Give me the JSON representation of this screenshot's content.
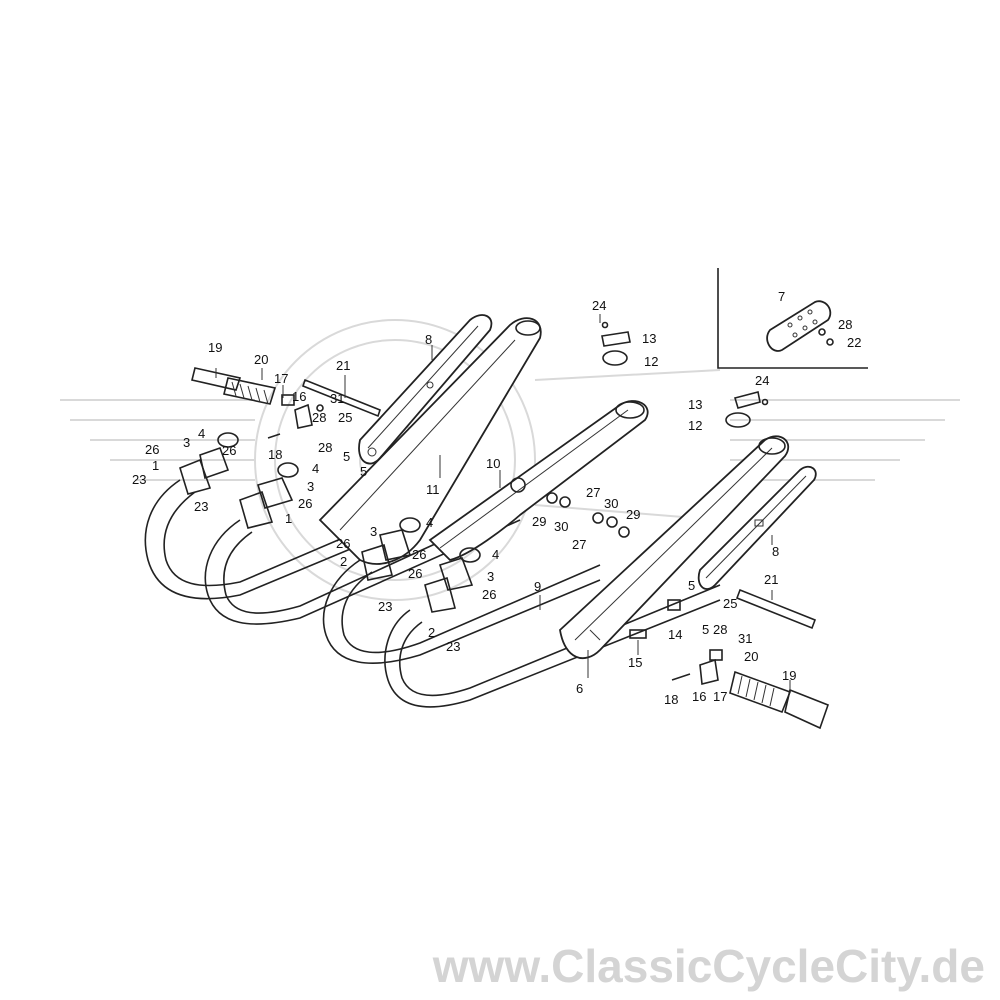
{
  "watermark": {
    "text": "www.ClassicCycleCity.de",
    "color": "#d4d4d4"
  },
  "callouts": [
    {
      "id": "c1",
      "text": "1"
    },
    {
      "id": "c2",
      "text": "1"
    },
    {
      "id": "c3",
      "text": "2"
    },
    {
      "id": "c4",
      "text": "2"
    },
    {
      "id": "c5",
      "text": "3"
    },
    {
      "id": "c6",
      "text": "3"
    },
    {
      "id": "c7",
      "text": "3"
    },
    {
      "id": "c8",
      "text": "3"
    },
    {
      "id": "c9",
      "text": "4"
    },
    {
      "id": "c10",
      "text": "4"
    },
    {
      "id": "c11",
      "text": "4"
    },
    {
      "id": "c12",
      "text": "4"
    },
    {
      "id": "c13",
      "text": "5"
    },
    {
      "id": "c14",
      "text": "5"
    },
    {
      "id": "c15",
      "text": "5"
    },
    {
      "id": "c16",
      "text": "5"
    },
    {
      "id": "c17",
      "text": "6"
    },
    {
      "id": "c18",
      "text": "7"
    },
    {
      "id": "c19",
      "text": "8"
    },
    {
      "id": "c20",
      "text": "8"
    },
    {
      "id": "c21",
      "text": "9"
    },
    {
      "id": "c22",
      "text": "10"
    },
    {
      "id": "c23",
      "text": "11"
    },
    {
      "id": "c24",
      "text": "12"
    },
    {
      "id": "c25",
      "text": "12"
    },
    {
      "id": "c26",
      "text": "13"
    },
    {
      "id": "c27",
      "text": "13"
    },
    {
      "id": "c28",
      "text": "14"
    },
    {
      "id": "c29",
      "text": "15"
    },
    {
      "id": "c30",
      "text": "16"
    },
    {
      "id": "c31",
      "text": "16"
    },
    {
      "id": "c32",
      "text": "17"
    },
    {
      "id": "c33",
      "text": "17"
    },
    {
      "id": "c34",
      "text": "18"
    },
    {
      "id": "c35",
      "text": "18"
    },
    {
      "id": "c36",
      "text": "19"
    },
    {
      "id": "c37",
      "text": "19"
    },
    {
      "id": "c38",
      "text": "20"
    },
    {
      "id": "c39",
      "text": "20"
    },
    {
      "id": "c40",
      "text": "21"
    },
    {
      "id": "c41",
      "text": "21"
    },
    {
      "id": "c42",
      "text": "22"
    },
    {
      "id": "c43",
      "text": "23"
    },
    {
      "id": "c44",
      "text": "23"
    },
    {
      "id": "c45",
      "text": "23"
    },
    {
      "id": "c46",
      "text": "23"
    },
    {
      "id": "c47",
      "text": "24"
    },
    {
      "id": "c48",
      "text": "24"
    },
    {
      "id": "c49",
      "text": "25"
    },
    {
      "id": "c50",
      "text": "25"
    },
    {
      "id": "c51",
      "text": "26"
    },
    {
      "id": "c52",
      "text": "26"
    },
    {
      "id": "c53",
      "text": "26"
    },
    {
      "id": "c54",
      "text": "26"
    },
    {
      "id": "c55",
      "text": "26"
    },
    {
      "id": "c56",
      "text": "26"
    },
    {
      "id": "c57",
      "text": "26"
    },
    {
      "id": "c58",
      "text": "27"
    },
    {
      "id": "c59",
      "text": "27"
    },
    {
      "id": "c60",
      "text": "28"
    },
    {
      "id": "c61",
      "text": "28"
    },
    {
      "id": "c62",
      "text": "28"
    },
    {
      "id": "c63",
      "text": "28"
    },
    {
      "id": "c64",
      "text": "29"
    },
    {
      "id": "c65",
      "text": "29"
    },
    {
      "id": "c66",
      "text": "30"
    },
    {
      "id": "c67",
      "text": "30"
    },
    {
      "id": "c68",
      "text": "31"
    },
    {
      "id": "c69",
      "text": "31"
    }
  ]
}
